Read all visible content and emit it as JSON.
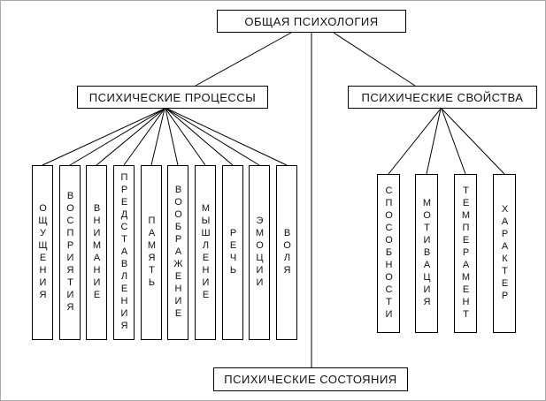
{
  "root": {
    "label": "ОБЩАЯ ПСИХОЛОГИЯ"
  },
  "processes": {
    "label": "ПСИХИЧЕСКИЕ ПРОЦЕССЫ",
    "items": [
      {
        "label": "ОЩУЩЕНИЯ"
      },
      {
        "label": "ВОСПРИЯТИЯ"
      },
      {
        "label": "ВНИМАНИЕ"
      },
      {
        "label": "ПРЕДСТАВЛЕНИЯ"
      },
      {
        "label": "ПАМЯТЬ"
      },
      {
        "label": "ВООБРАЖЕНИЕ"
      },
      {
        "label": "МЫШЛЕНИЕ"
      },
      {
        "label": "РЕЧЬ"
      },
      {
        "label": "ЭМОЦИИ"
      },
      {
        "label": "ВОЛЯ"
      }
    ]
  },
  "properties": {
    "label": "ПСИХИЧЕСКИЕ СВОЙСТВА",
    "items": [
      {
        "label": "СПОСОБНОСТИ"
      },
      {
        "label": "МОТИВАЦИЯ"
      },
      {
        "label": "ТЕМПЕРАМЕНТ"
      },
      {
        "label": "ХАРАКТЕР"
      }
    ]
  },
  "states": {
    "label": "ПСИХИЧЕСКИЕ СОСТОЯНИЯ"
  },
  "colors": {
    "line": "#000000",
    "box_border": "#000000",
    "background": "#ffffff"
  }
}
